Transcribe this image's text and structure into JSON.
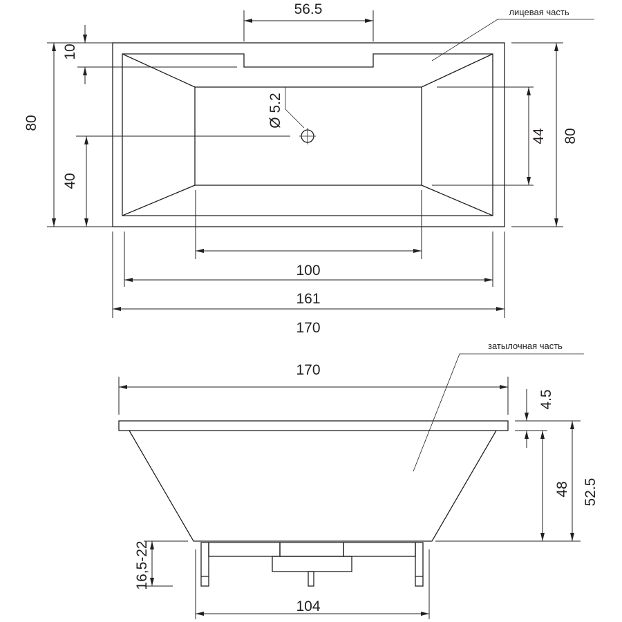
{
  "top_view": {
    "label_face": "лицевая часть",
    "dim_notch_width": "56.5",
    "dim_rim": "10",
    "dim_width_left": "80",
    "dim_drain_offset": "40",
    "dim_drain_diameter": "Ø 5.2",
    "dim_basin_width": "44",
    "dim_width_right": "80",
    "dim_basin_length": "100",
    "dim_inner_length": "161",
    "dim_total_length": "170"
  },
  "side_view": {
    "label_back": "затылочная часть",
    "dim_total_length": "170",
    "dim_rim_thickness": "4.5",
    "dim_body_height": "48",
    "dim_total_height": "52.5",
    "dim_legs_height": "16,5-22",
    "dim_legs_span": "104"
  }
}
